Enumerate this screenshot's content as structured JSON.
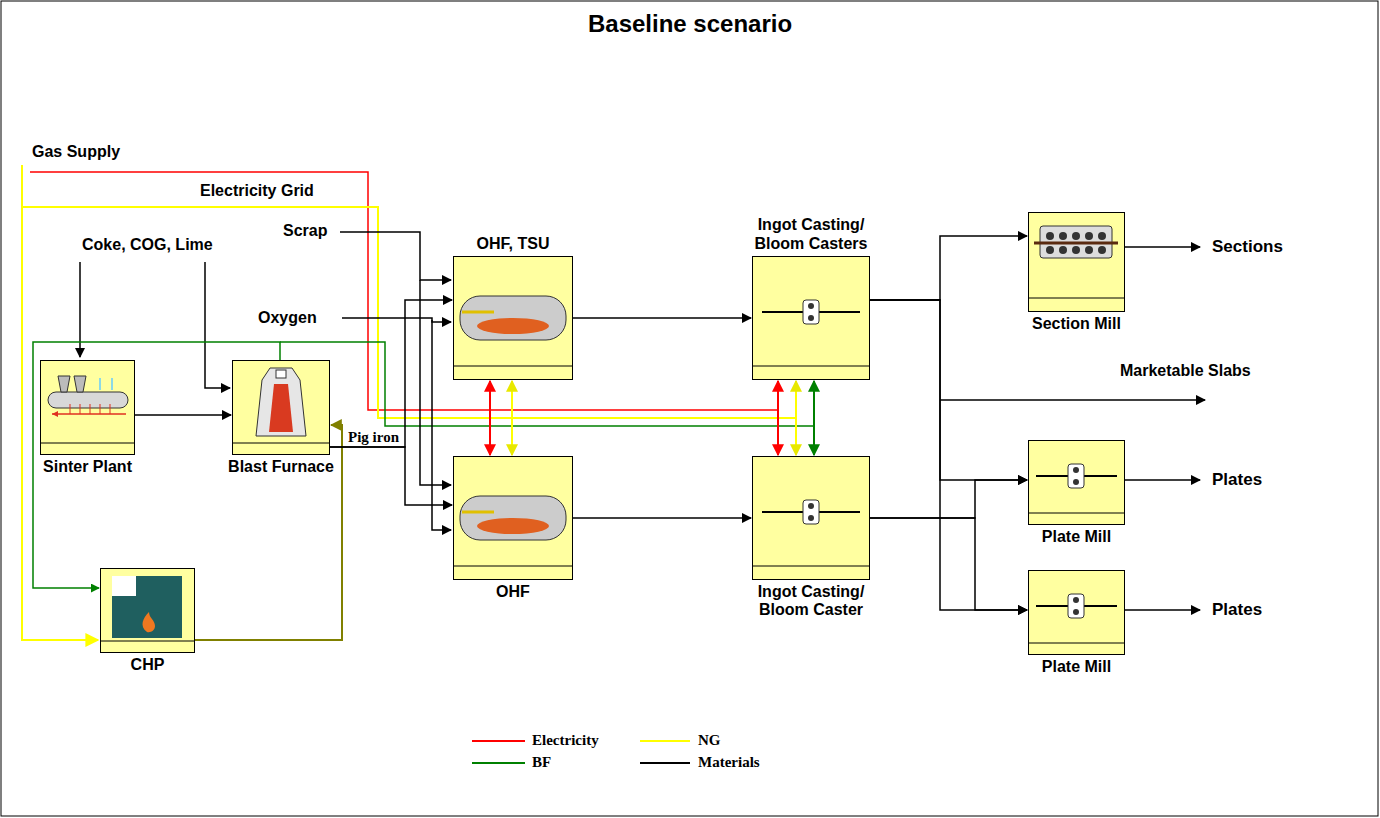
{
  "diagram": {
    "title": "Baseline scenario",
    "nodes": [
      {
        "text": [
          "Sinter Plant"
        ]
      },
      {
        "text": [
          "Blast Furnace"
        ]
      },
      {
        "text": [
          "CHP"
        ]
      },
      {
        "text": [
          "OHF, TSU"
        ]
      },
      {
        "text": [
          "OHF"
        ]
      },
      {
        "text": [
          "Ingot Casting/ Bloom Casters"
        ]
      },
      {
        "text": [
          "Ingot Casting/ Bloom Caster"
        ]
      },
      {
        "text": [
          "Section Mill"
        ]
      },
      {
        "text": [
          "Plate Mill"
        ]
      },
      {
        "text": [
          "Plate Mill"
        ]
      }
    ],
    "edges": [
      {
        "from": 0,
        "to": 1,
        "arrow": "to"
      },
      {
        "from": 1,
        "to": 2,
        "arrow": "to"
      },
      {
        "from": 2,
        "to": 1,
        "arrow": "to"
      },
      {
        "from": 1,
        "to": 3,
        "arrow": "to"
      },
      {
        "from": 1,
        "to": 4,
        "arrow": "to"
      },
      {
        "from": 3,
        "to": 4,
        "arrow": "both"
      },
      {
        "from": 3,
        "to": 4,
        "arrow": "both"
      },
      {
        "from": 3,
        "to": 5,
        "arrow": "to"
      },
      {
        "from": 4,
        "to": 6,
        "arrow": "to"
      },
      {
        "from": 5,
        "to": 6,
        "arrow": "both"
      },
      {
        "from": 5,
        "to": 6,
        "arrow": "both"
      },
      {
        "from": 5,
        "to": 6,
        "arrow": "both"
      },
      {
        "from": 5,
        "to": 7,
        "arrow": "to"
      },
      {
        "from": 5,
        "to": 8,
        "arrow": "to"
      },
      {
        "from": 5,
        "to": 9,
        "arrow": "to"
      },
      {
        "from": 6,
        "to": 8,
        "arrow": "to"
      },
      {
        "from": 6,
        "to": 9,
        "arrow": "to"
      }
    ],
    "labels": [
      "Gas Supply",
      "Electricity Grid",
      "Coke, COG, Lime",
      "Scrap",
      "Oxygen",
      "Pig iron",
      "Sections",
      "Marketable Slabs",
      "Plates",
      "Plates"
    ],
    "legend": [
      {
        "text": "Electricity"
      },
      {
        "text": "NG"
      },
      {
        "text": "BF"
      },
      {
        "text": "Materials"
      }
    ]
  }
}
